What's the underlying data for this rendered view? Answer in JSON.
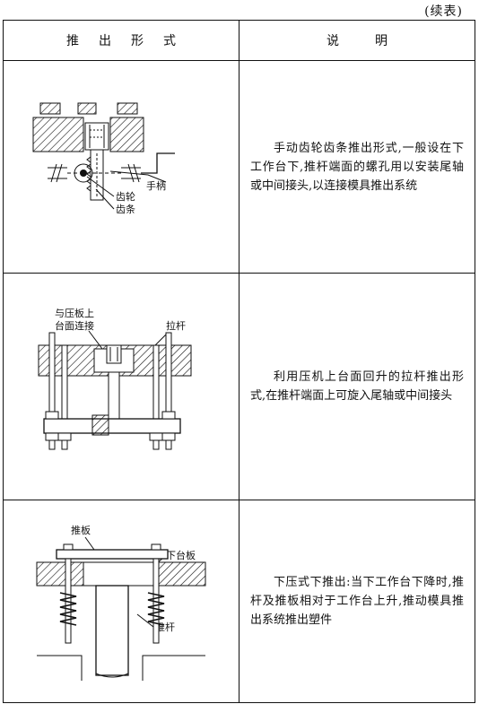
{
  "continued_label": "(续表)",
  "headers": {
    "form": "推出形式",
    "desc": "说明"
  },
  "rows": [
    {
      "description": "手动齿轮齿条推出形式,一般设在下工作台下,推杆端面的螺孔用以安装尾轴或中间接头,以连接模具推出系统",
      "labels": {
        "gear": "齿轮",
        "rack": "齿条",
        "handle": "手柄"
      }
    },
    {
      "description": "利用压机上台面回升的拉杆推出形式,在推杆端面上可旋入尾轴或中间接头",
      "labels": {
        "connect1": "与压板上",
        "connect2": "台面连接",
        "tie_rod": "拉杆"
      }
    },
    {
      "description": "下压式下推出:当下工作台下降时,推杆及推板相对于工作台上升,推动模具推出系统推出塑件",
      "labels": {
        "plate": "推板",
        "lower_table": "下台板",
        "push_rod": "推杆"
      }
    }
  ]
}
